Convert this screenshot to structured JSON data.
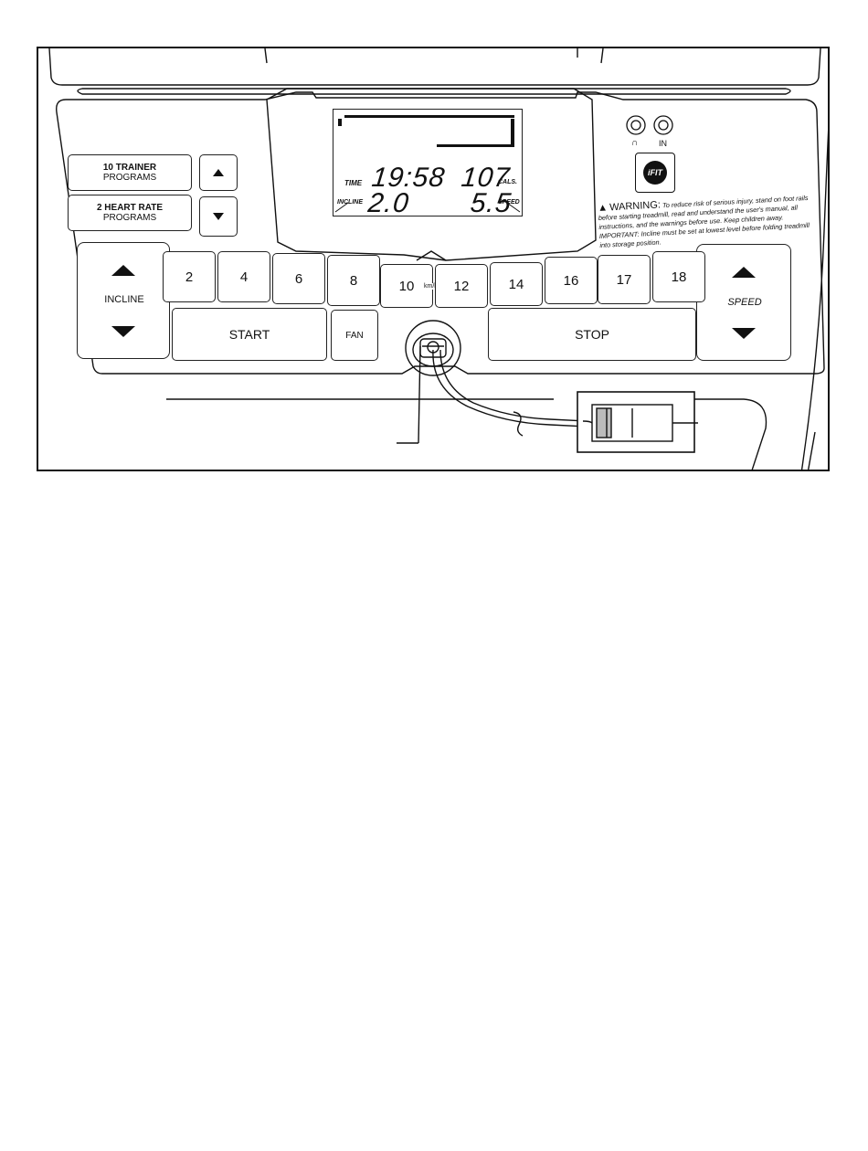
{
  "programs": {
    "trainer": {
      "line1": "10 TRAINER",
      "line2": "PROGRAMS"
    },
    "heart_rate": {
      "line1": "2 HEART RATE",
      "line2": "PROGRAMS"
    }
  },
  "display": {
    "time_label": "TIME",
    "time_value": "19:58",
    "cals_value": "107",
    "cals_label": "CALS.",
    "incline_label": "INCLINE",
    "incline_value": "2.0",
    "speed_value": "5.5",
    "speed_label": "SPEED"
  },
  "jacks": {
    "headphone_label": "∩",
    "in_label": "IN"
  },
  "logo": "iFIT",
  "warning": {
    "title": "WARNING:",
    "text": "To reduce risk of serious injury, stand on foot rails before starting treadmill, read and understand the user's manual, all instructions, and the warnings before use. Keep children away. IMPORTANT: Incline must be set at lowest level before folding treadmill into storage position."
  },
  "incline_label": "INCLINE",
  "speed_label": "SPEED",
  "speed_buttons": [
    "2",
    "4",
    "6",
    "8",
    "10",
    "12",
    "14",
    "16",
    "17",
    "18"
  ],
  "unit_label": "km/h",
  "start_label": "START",
  "fan_label": "FAN",
  "stop_label": "STOP"
}
